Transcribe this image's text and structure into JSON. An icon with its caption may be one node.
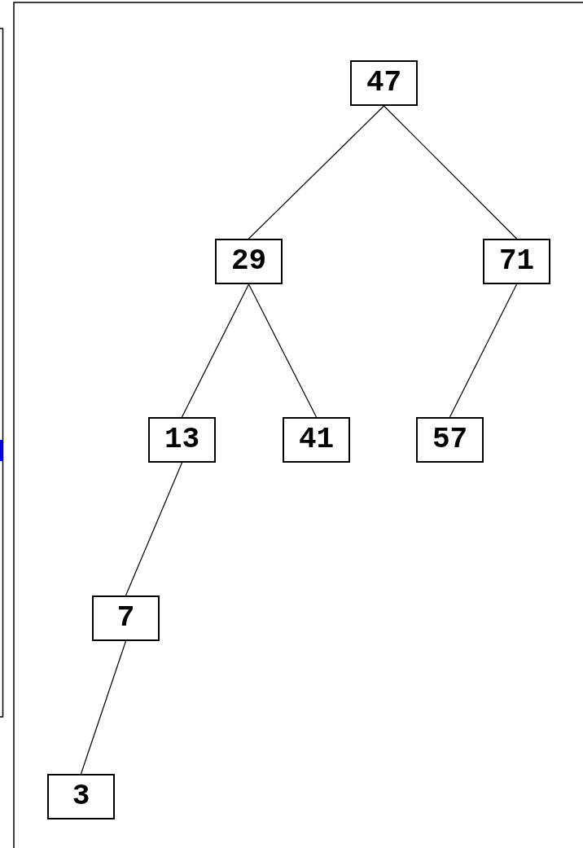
{
  "diagram": {
    "nodes": [
      {
        "text": [
          "47"
        ]
      },
      {
        "text": [
          "29"
        ]
      },
      {
        "text": [
          "71"
        ]
      },
      {
        "text": [
          "13"
        ]
      },
      {
        "text": [
          "41"
        ]
      },
      {
        "text": [
          "57"
        ]
      },
      {
        "text": [
          "7"
        ]
      },
      {
        "text": [
          "3"
        ]
      }
    ],
    "edges": [
      {
        "from": 0,
        "to": 1,
        "arrow": "none"
      },
      {
        "from": 0,
        "to": 2,
        "arrow": "none"
      },
      {
        "from": 1,
        "to": 3,
        "arrow": "none"
      },
      {
        "from": 1,
        "to": 4,
        "arrow": "none"
      },
      {
        "from": 2,
        "to": 5,
        "arrow": "none"
      },
      {
        "from": 3,
        "to": 6,
        "arrow": "none"
      },
      {
        "from": 6,
        "to": 7,
        "arrow": "none"
      }
    ]
  }
}
